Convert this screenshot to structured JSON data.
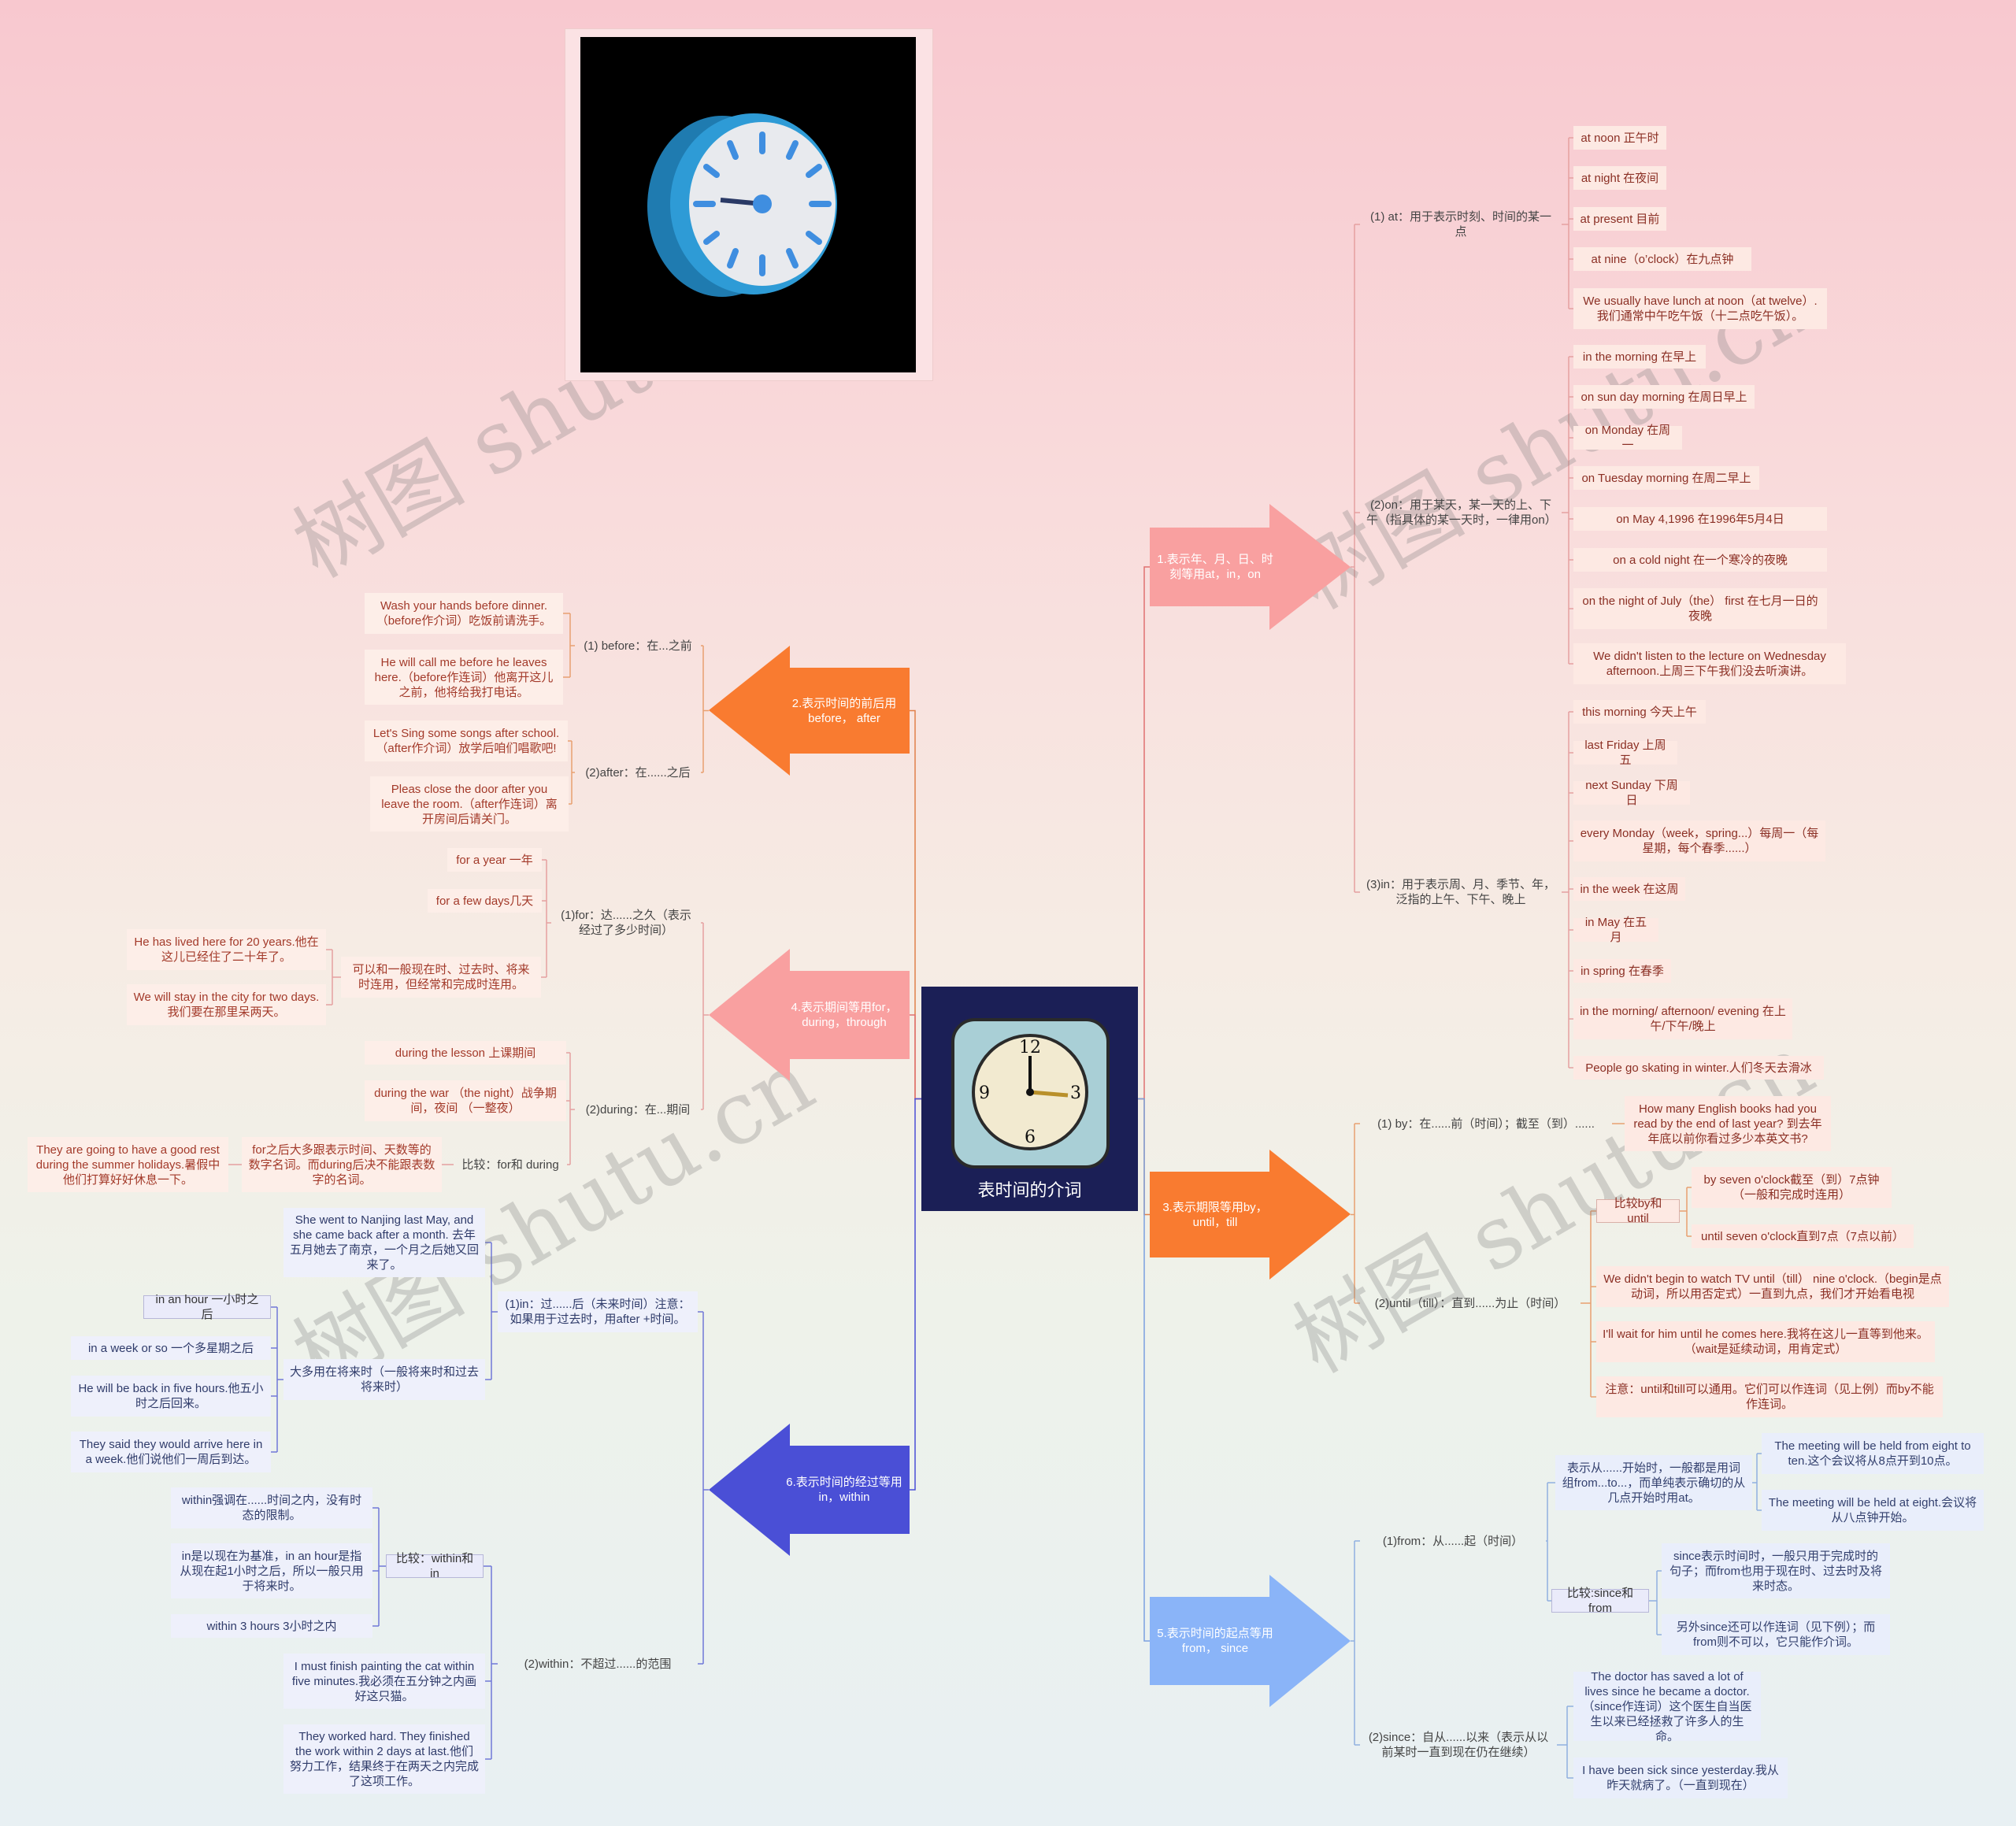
{
  "center": {
    "title": "表时间的介词"
  },
  "watermark": "树图 shutu.cn",
  "branches": {
    "b1": {
      "title": "1.表示年、月、日、时刻等用at，in，on",
      "color": "#f9a0a0"
    },
    "b2": {
      "title": "2.表示时间的前后用before， after",
      "color": "#f97b30"
    },
    "b3": {
      "title": "3.表示期限等用by，until，till",
      "color": "#f97b30"
    },
    "b4": {
      "title": "4.表示期间等用for，during，through",
      "color": "#f9a0a0"
    },
    "b5": {
      "title": "5.表示时间的起点等用from， since",
      "color": "#8ab4f8"
    },
    "b6": {
      "title": "6.表示时间的经过等用in，within",
      "color": "#4a4fd6"
    }
  },
  "nodes": {
    "r1a": "(1) at：用于表示时刻、时间的某一点",
    "r1a1": "at noon 正午时",
    "r1a2": "at night 在夜间",
    "r1a3": "at present 目前",
    "r1a4": "at nine（o’clock）在九点钟",
    "r1a5": "We usually have lunch at noon（at twelve）. 我们通常中午吃午饭（十二点吃午饭）。",
    "r1b": "(2)on：用于某天，某一天的上、下午（指具体的某一天时，一律用on）",
    "r1b1": "in the morning 在早上",
    "r1b2": "on sun day morning 在周日早上",
    "r1b3": "on Monday 在周一",
    "r1b4": "on Tuesday morning 在周二早上",
    "r1b5": "on May 4,1996 在1996年5月4日",
    "r1b6": "on a cold night 在一个寒冷的夜晚",
    "r1b7": "on the night of July（the） first 在七月一日的夜晚",
    "r1b8": "We didn't listen to the lecture on Wednesday afternoon.上周三下午我们没去听演讲。",
    "r1c": "(3)in：用于表示周、月、季节、年，泛指的上午、下午、晚上",
    "r1c1": "this morning 今天上午",
    "r1c2": "last Friday 上周五",
    "r1c3": "next Sunday 下周日",
    "r1c4": "every Monday（week，spring...）每周一（每星期，每个春季......）",
    "r1c5": "in the week 在这周",
    "r1c6": "in May 在五月",
    "r1c7": "in spring 在春季",
    "r1c8": "in the morning/ afternoon/ evening 在上午/下午/晚上",
    "r1c9": "People go skating in winter.人们冬天去滑冰",
    "r3a": "(1) by：在......前（时间）；截至（到）......",
    "r3a1": "How many English books had you read by the end of last year? 到去年年底以前你看过多少本英文书?",
    "r3b": "(2)until（till）：直到......为止（时间）",
    "r3b0": "比较by和until",
    "r3b01": "by seven o'clock截至（到）7点钟（一般和完成时连用）",
    "r3b02": "until seven o'clock直到7点（7点以前）",
    "r3b1": "We didn't begin to watch TV until（till） nine o'clock.（begin是点动词，所以用否定式）一直到九点，我们才开始看电视",
    "r3b2": "I'll wait for him until he comes here.我将在这儿一直等到他来。（wait是延续动词，用肯定式）",
    "r3b3": "注意：until和till可以通用。它们可以作连词（见上例）而by不能作连词。",
    "r5a": "(1)from：从......起（时间）",
    "r5a0": "表示从......开始时，一般都是用词组from...to...，而单纯表示确切的从几点开始时用at。",
    "r5a01": "The meeting will be held from eight to ten.这个会议将从8点开到10点。",
    "r5a02": "The meeting will be held at eight.会议将从八点钟开始。",
    "r5a1": "比较:since和from",
    "r5a11": "since表示时间时，一般只用于完成时的句子；而from也用于现在时、过去时及将来时态。",
    "r5a12": "另外since还可以作连词（见下例）；而from则不可以，它只能作介词。",
    "r5b": "(2)since：自从......以来（表示从以前某时一直到现在仍在继续）",
    "r5b1": "The doctor has saved a lot of lives since he became a doctor.（since作连词）这个医生自当医生以来已经拯救了许多人的生命。",
    "r5b2": "I have been sick since yesterday.我从昨天就病了。（一直到现在）",
    "l2a": "(1) before：在...之前",
    "l2a1": "Wash your hands before dinner.（before作介词）吃饭前请洗手。",
    "l2a2": "He will call me before he leaves here.（before作连词）他离开这儿之前，他将给我打电话。",
    "l2b": "(2)after：在......之后",
    "l2b1": "Let's Sing some songs after school.（after作介词）放学后咱们唱歌吧!",
    "l2b2": "Pleas close the door after you leave the room.（after作连词）离开房间后请关门。",
    "l4a": "(1)for：达......之久（表示经过了多少时间）",
    "l4a1": "for a year 一年",
    "l4a2": "for a few days几天",
    "l4a3": "可以和一般现在时、过去时、将来时连用，但经常和完成时连用。",
    "l4a31": "He has lived here for 20 years.他在这儿已经住了二十年了。",
    "l4a32": "We will stay in the city for two days.我们要在那里呆两天。",
    "l4b": "(2)during：在...期间",
    "l4b1": "during the lesson 上课期间",
    "l4b2": "during the war （the night）战争期间，夜间 （一整夜）",
    "l4b3": "比较：for和 during",
    "l4b31": "for之后大多跟表示时间、天数等的数字名词。而during后决不能跟表数字的名词。",
    "l4b311": "They are going to have a good rest during the summer holidays.暑假中他们打算好好休息一下。",
    "l6a": "(1)in：过......后（未来时间）注意：如果用于过去时，用after +时间。",
    "l6a1": "She went to Nanjing last May, and she came back after a month. 去年五月她去了南京，一个月之后她又回来了。",
    "l6a2": "大多用在将来时（一般将来时和过去将来时）",
    "l6a21": "in an hour 一小时之后",
    "l6a22": "in a week or so 一个多星期之后",
    "l6a23": "He will be back in five hours.他五小时之后回来。",
    "l6a24": "They said they would arrive here in a week.他们说他们一周后到达。",
    "l6b": "(2)within：不超过......的范围",
    "l6b0": "比较：within和in",
    "l6b01": "within强调在......时间之内，没有时态的限制。",
    "l6b02": "in是以现在为基准，in an hour是指从现在起1小时之后，所以一般只用于将来时。",
    "l6b03": "within 3 hours 3小时之内",
    "l6b1": "I must finish painting the cat within five minutes.我必须在五分钟之内画好这只猫。",
    "l6b2": "They worked hard. They finished the work within 2 days at last.他们努力工作，结果终于在两天之内完成了这项工作。"
  }
}
